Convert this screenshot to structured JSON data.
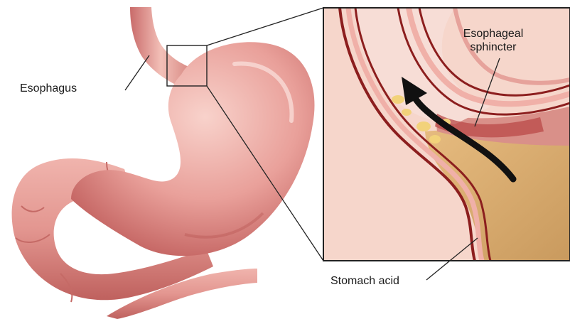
{
  "labels": {
    "esophagus": "Esophagus",
    "sphincter_line1": "Esophageal",
    "sphincter_line2": "sphincter",
    "stomach_acid": "Stomach acid"
  },
  "colors": {
    "stomach_fill": "#e79a94",
    "stomach_highlight": "#f6cdc6",
    "stomach_shadow": "#c86a68",
    "inset_background": "#f6d3c8",
    "wall_dark": "#8c1e1e",
    "acid": "#d8a86a",
    "acid_droplets": "#f2d27a",
    "arrow": "#111111"
  }
}
